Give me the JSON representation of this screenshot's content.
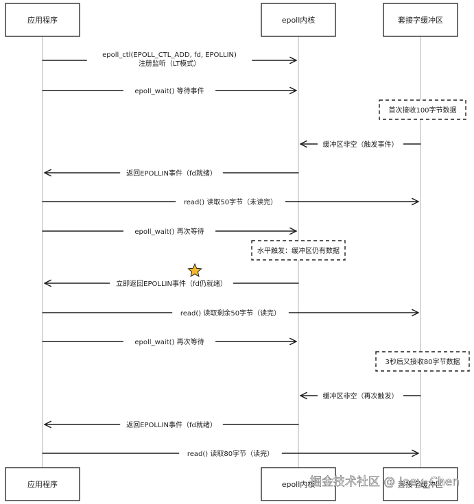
{
  "participants": [
    {
      "id": "app",
      "label": "应用程序"
    },
    {
      "id": "epoll",
      "label": "epoll内核"
    },
    {
      "id": "buffer",
      "label": "套接字缓冲区"
    }
  ],
  "messages": [
    {
      "from": "app",
      "to": "epoll",
      "lines": [
        "epoll_ctl(EPOLL_CTL_ADD, fd, EPOLLIN)",
        "注册监听（LT模式）"
      ]
    },
    {
      "from": "app",
      "to": "epoll",
      "lines": [
        "epoll_wait() 等待事件"
      ]
    },
    {
      "note": "buffer",
      "lines": [
        "首次接收100字节数据"
      ]
    },
    {
      "from": "buffer",
      "to": "epoll",
      "lines": [
        "缓冲区非空（触发事件）"
      ]
    },
    {
      "from": "epoll",
      "to": "app",
      "lines": [
        "返回EPOLLIN事件（fd就绪）"
      ]
    },
    {
      "from": "app",
      "to": "buffer",
      "lines": [
        "read() 读取50字节（未读完）"
      ]
    },
    {
      "from": "app",
      "to": "epoll",
      "lines": [
        "epoll_wait() 再次等待"
      ]
    },
    {
      "note": "epoll",
      "lines": [
        "水平触发：缓冲区仍有数据"
      ]
    },
    {
      "from": "epoll",
      "to": "app",
      "lines": [
        "立即返回EPOLLIN事件（fd仍就绪）"
      ],
      "star": true
    },
    {
      "from": "app",
      "to": "buffer",
      "lines": [
        "read() 读取剩余50字节（读完）"
      ]
    },
    {
      "from": "app",
      "to": "epoll",
      "lines": [
        "epoll_wait() 再次等待"
      ]
    },
    {
      "note": "buffer",
      "lines": [
        "3秒后又接收80字节数据"
      ]
    },
    {
      "from": "buffer",
      "to": "epoll",
      "lines": [
        "缓冲区非空（再次触发）"
      ]
    },
    {
      "from": "epoll",
      "to": "app",
      "lines": [
        "返回EPOLLIN事件（fd就绪）"
      ]
    },
    {
      "from": "app",
      "to": "buffer",
      "lines": [
        "read() 读取80字节（读完）"
      ]
    }
  ],
  "watermark": "掘金技术社区 @ Joey_Chen",
  "colors": {
    "line": "#1e1e1e",
    "lifeline": "#b0b0b0",
    "star": "#f5b82e",
    "background": "#ffffff"
  },
  "icons": {
    "star": "star-icon"
  }
}
